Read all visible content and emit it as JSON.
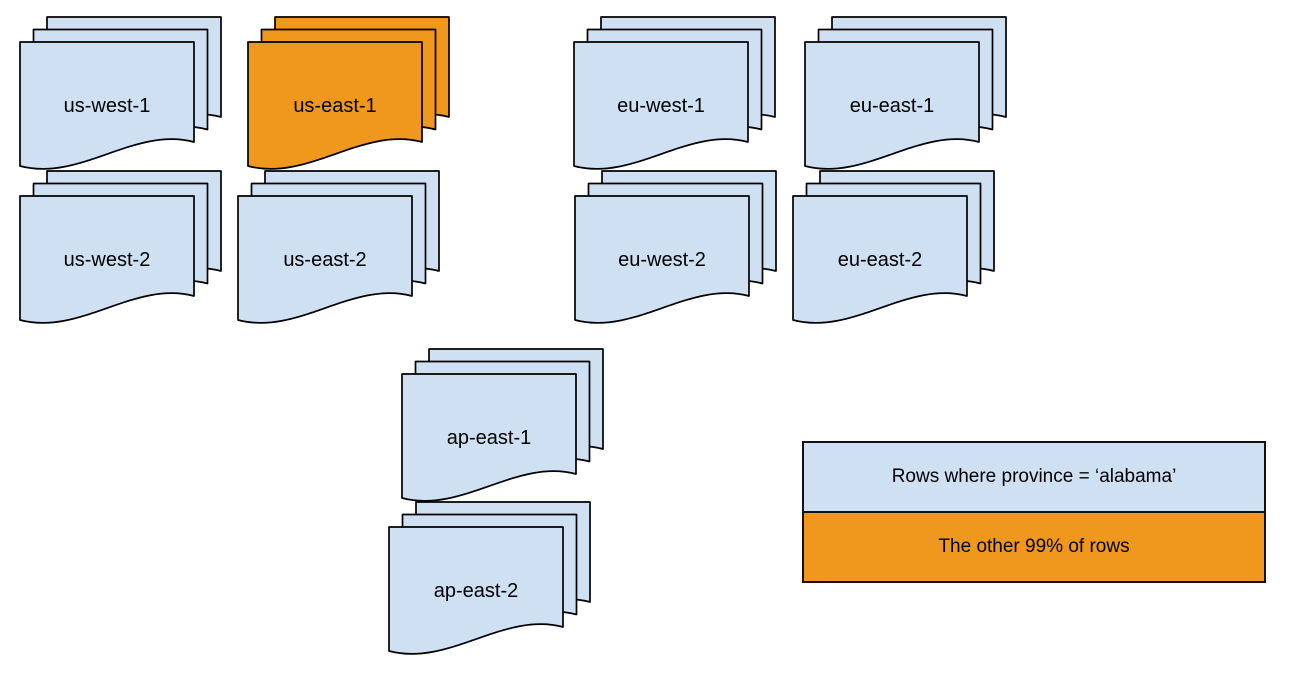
{
  "colors": {
    "document_blue": "#CFE0F3",
    "document_orange": "#F0981E"
  },
  "stacks": [
    {
      "label": "us-west-1",
      "variant": "blue"
    },
    {
      "label": "us-east-1",
      "variant": "orange"
    },
    {
      "label": "eu-west-1",
      "variant": "blue"
    },
    {
      "label": "eu-east-1",
      "variant": "blue"
    },
    {
      "label": "us-west-2",
      "variant": "blue"
    },
    {
      "label": "us-east-2",
      "variant": "blue"
    },
    {
      "label": "eu-west-2",
      "variant": "blue"
    },
    {
      "label": "eu-east-2",
      "variant": "blue"
    },
    {
      "label": "ap-east-1",
      "variant": "blue"
    },
    {
      "label": "ap-east-2",
      "variant": "blue"
    }
  ],
  "legend": {
    "items": [
      {
        "label": "Rows where province = ‘alabama’",
        "color": "#CFE0F3"
      },
      {
        "label": "The other 99% of rows",
        "color": "#F0981E"
      }
    ]
  }
}
